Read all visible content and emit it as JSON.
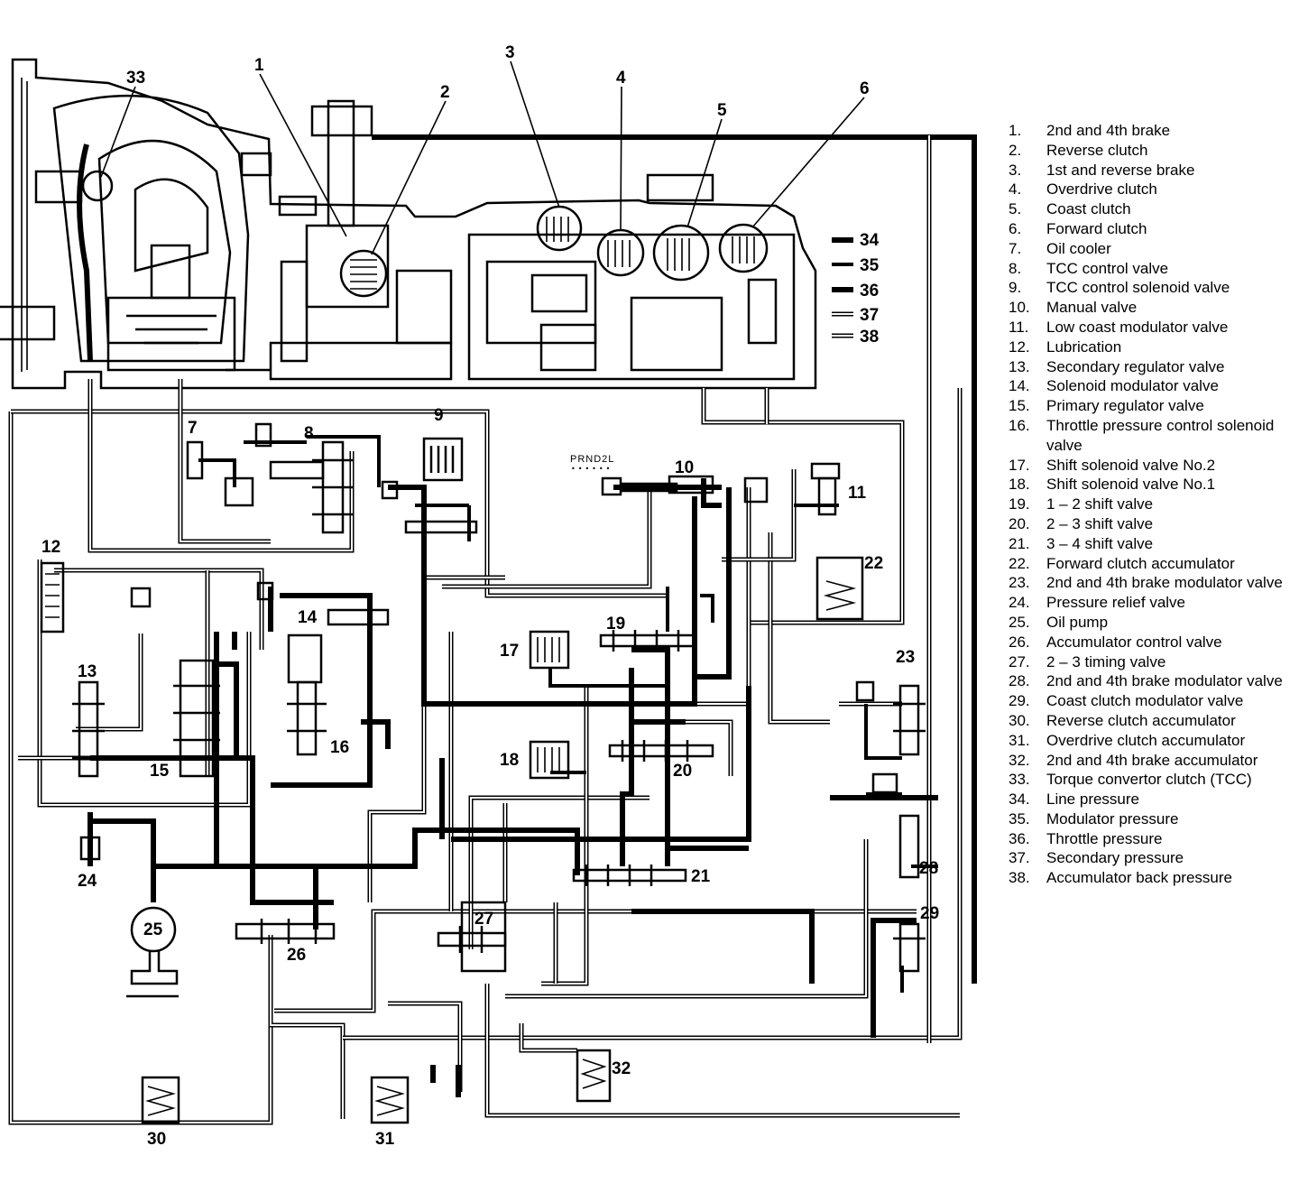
{
  "callouts": {
    "c1": "1",
    "c2": "2",
    "c3": "3",
    "c4": "4",
    "c5": "5",
    "c6": "6",
    "c7": "7",
    "c8": "8",
    "c9": "9",
    "c10": "10",
    "c11": "11",
    "c12": "12",
    "c13": "13",
    "c14": "14",
    "c15": "15",
    "c16": "16",
    "c17": "17",
    "c18": "18",
    "c19": "19",
    "c20": "20",
    "c21": "21",
    "c22": "22",
    "c23": "23",
    "c24": "24",
    "c25": "25",
    "c26": "26",
    "c27": "27",
    "c28": "28",
    "c29": "29",
    "c30": "30",
    "c31": "31",
    "c32": "32",
    "c33": "33",
    "key34": "34",
    "key35": "35",
    "key36": "36",
    "key37": "37",
    "key38": "38"
  },
  "selector": "PRND2L",
  "legend": [
    {
      "num": "1.",
      "text": "2nd and 4th brake"
    },
    {
      "num": "2.",
      "text": "Reverse clutch"
    },
    {
      "num": "3.",
      "text": "1st and reverse brake"
    },
    {
      "num": "4.",
      "text": "Overdrive clutch"
    },
    {
      "num": "5.",
      "text": "Coast clutch"
    },
    {
      "num": "6.",
      "text": "Forward clutch"
    },
    {
      "num": "7.",
      "text": "Oil cooler"
    },
    {
      "num": "8.",
      "text": "TCC control valve"
    },
    {
      "num": "9.",
      "text": "TCC control solenoid valve"
    },
    {
      "num": "10.",
      "text": "Manual valve"
    },
    {
      "num": "11.",
      "text": "Low coast modulator valve"
    },
    {
      "num": "12.",
      "text": "Lubrication"
    },
    {
      "num": "13.",
      "text": "Secondary regulator valve"
    },
    {
      "num": "14.",
      "text": "Solenoid modulator valve"
    },
    {
      "num": "15.",
      "text": "Primary regulator valve"
    },
    {
      "num": "16.",
      "text": "Throttle pressure control solenoid valve"
    },
    {
      "num": "17.",
      "text": "Shift solenoid valve No.2"
    },
    {
      "num": "18.",
      "text": "Shift solenoid valve No.1"
    },
    {
      "num": "19.",
      "text": "1 – 2 shift valve"
    },
    {
      "num": "20.",
      "text": "2 – 3 shift valve"
    },
    {
      "num": "21.",
      "text": "3 – 4 shift valve"
    },
    {
      "num": "22.",
      "text": "Forward clutch  accumulator"
    },
    {
      "num": "23.",
      "text": "2nd and 4th brake modulator valve"
    },
    {
      "num": "24.",
      "text": "Pressure relief valve"
    },
    {
      "num": "25.",
      "text": "Oil pump"
    },
    {
      "num": "26.",
      "text": "Accumulator control valve"
    },
    {
      "num": "27.",
      "text": "2 – 3 timing valve"
    },
    {
      "num": "28.",
      "text": "2nd and 4th brake modulator valve"
    },
    {
      "num": "29.",
      "text": "Coast clutch modulator valve"
    },
    {
      "num": "30.",
      "text": "Reverse clutch accumulator"
    },
    {
      "num": "31.",
      "text": "Overdrive clutch accumulator"
    },
    {
      "num": "32.",
      "text": "2nd and 4th brake accumulator"
    },
    {
      "num": "33.",
      "text": "Torque convertor clutch (TCC)"
    },
    {
      "num": "34.",
      "text": "Line pressure"
    },
    {
      "num": "35.",
      "text": "Modulator pressure"
    },
    {
      "num": "36.",
      "text": "Throttle pressure"
    },
    {
      "num": "37.",
      "text": "Secondary pressure"
    },
    {
      "num": "38.",
      "text": "Accumulator back pressure"
    }
  ]
}
